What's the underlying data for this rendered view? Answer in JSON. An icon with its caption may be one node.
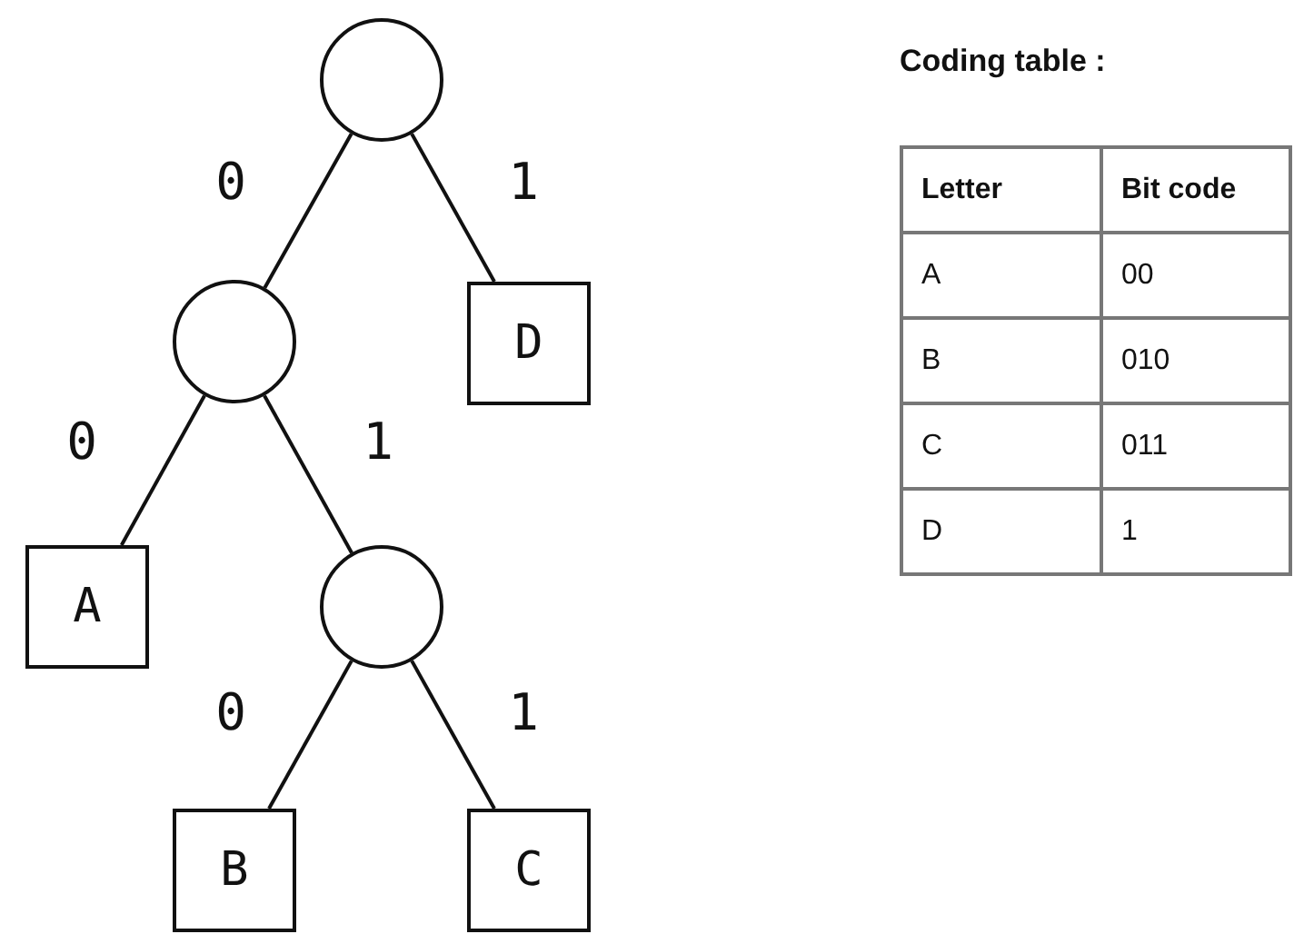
{
  "diagram": {
    "title": "Coding table :",
    "nodes": [
      {
        "text": [],
        "shape": "circle"
      },
      {
        "text": [],
        "shape": "circle"
      },
      {
        "text": [
          "D"
        ]
      },
      {
        "text": [
          "A"
        ]
      },
      {
        "text": [],
        "shape": "circle"
      },
      {
        "text": [
          "B"
        ]
      },
      {
        "text": [
          "C"
        ]
      }
    ],
    "edges": [
      {
        "from": 0,
        "to": 1,
        "arrow": "none",
        "label": "0"
      },
      {
        "from": 0,
        "to": 2,
        "arrow": "none",
        "label": "1"
      },
      {
        "from": 1,
        "to": 3,
        "arrow": "none",
        "label": "0"
      },
      {
        "from": 1,
        "to": 4,
        "arrow": "none",
        "label": "1"
      },
      {
        "from": 4,
        "to": 5,
        "arrow": "none",
        "label": "0"
      },
      {
        "from": 4,
        "to": 6,
        "arrow": "none",
        "label": "1"
      }
    ],
    "labels": [
      "Letter",
      "Bit code",
      "A",
      "00",
      "B",
      "010",
      "C",
      "011",
      "D",
      "1"
    ]
  }
}
